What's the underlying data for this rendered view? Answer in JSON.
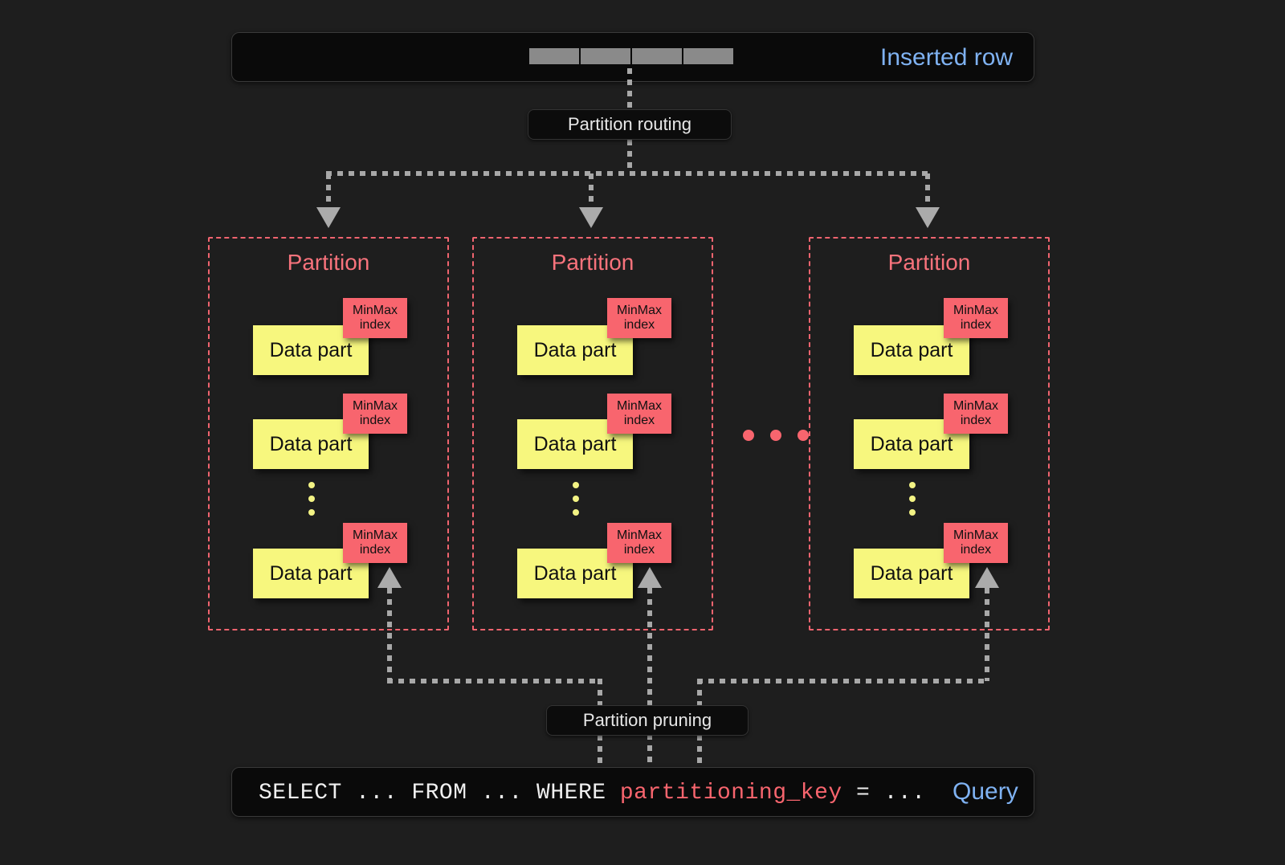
{
  "diagram": {
    "title_top": "Inserted row",
    "title_bottom": "Query",
    "routing_label": "Partition routing",
    "pruning_label": "Partition pruning",
    "partition_label": "Partition",
    "data_part_label": "Data part",
    "minmax_line1": "MinMax",
    "minmax_line2": "index",
    "ellipsis_dot": "●",
    "query": {
      "prefix": "SELECT ... FROM ... WHERE ",
      "key": "partitioning_key",
      "suffix": " = ..."
    },
    "inserted_row_cells": [
      "",
      "",
      "",
      ""
    ],
    "partitions": [
      {
        "label": "Partition",
        "parts": [
          {
            "label": "Data part",
            "index_l1": "MinMax",
            "index_l2": "index"
          },
          {
            "label": "Data part",
            "index_l1": "MinMax",
            "index_l2": "index"
          },
          {
            "label": "Data part",
            "index_l1": "MinMax",
            "index_l2": "index"
          }
        ]
      },
      {
        "label": "Partition",
        "parts": [
          {
            "label": "Data part",
            "index_l1": "MinMax",
            "index_l2": "index"
          },
          {
            "label": "Data part",
            "index_l1": "MinMax",
            "index_l2": "index"
          },
          {
            "label": "Data part",
            "index_l1": "MinMax",
            "index_l2": "index"
          }
        ]
      },
      {
        "label": "Partition",
        "parts": [
          {
            "label": "Data part",
            "index_l1": "MinMax",
            "index_l2": "index"
          },
          {
            "label": "Data part",
            "index_l1": "MinMax",
            "index_l2": "index"
          },
          {
            "label": "Data part",
            "index_l1": "MinMax",
            "index_l2": "index"
          }
        ]
      }
    ],
    "colors": {
      "background": "#1e1e1e",
      "panel": "#0a0a0a",
      "accent_blue": "#7fb2f2",
      "partition_red": "#f8737c",
      "minmax_red": "#f8656e",
      "data_part_yellow": "#f7f77e",
      "connector_gray": "#a8a8a8"
    }
  }
}
